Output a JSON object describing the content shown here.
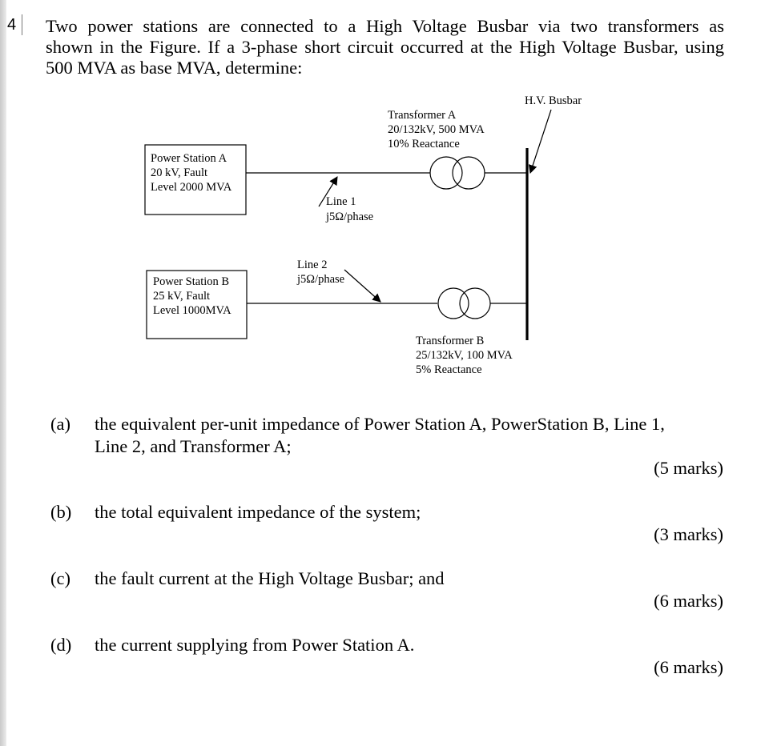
{
  "question_number": "4",
  "intro_lines": [
    "Two power stations are connected to a High Voltage Busbar via two transformers as",
    "shown in the Figure. If a 3-phase short circuit occurred at the High Voltage Busbar, using",
    "500 MVA as base MVA, determine:"
  ],
  "diagram": {
    "hv_busbar": "H.V. Busbar",
    "transformer_a": [
      "Transformer A",
      "20/132kV, 500 MVA",
      "10% Reactance"
    ],
    "station_a": [
      "Power Station A",
      "20 kV, Fault",
      "Level 2000 MVA"
    ],
    "line1": [
      "Line 1",
      "j5Ω/phase"
    ],
    "line2": [
      "Line 2",
      "j5Ω/phase"
    ],
    "station_b": [
      "Power Station B",
      "25 kV, Fault",
      "Level 1000MVA"
    ],
    "transformer_b": [
      "Transformer B",
      "25/132kV, 100 MVA",
      "5% Reactance"
    ]
  },
  "questions": [
    {
      "letter": "(a)",
      "lines": [
        "the equivalent per-unit impedance of Power Station A, PowerStation B, Line 1,",
        "Line 2, and Transformer A;"
      ],
      "marks": "(5 marks)"
    },
    {
      "letter": "(b)",
      "lines": [
        "the total equivalent impedance of the system;"
      ],
      "marks": "(3 marks)"
    },
    {
      "letter": "(c)",
      "lines": [
        "the fault current at the High Voltage Busbar; and"
      ],
      "marks": "(6 marks)"
    },
    {
      "letter": "(d)",
      "lines": [
        "the current supplying from Power Station A."
      ],
      "marks": "(6 marks)"
    }
  ]
}
